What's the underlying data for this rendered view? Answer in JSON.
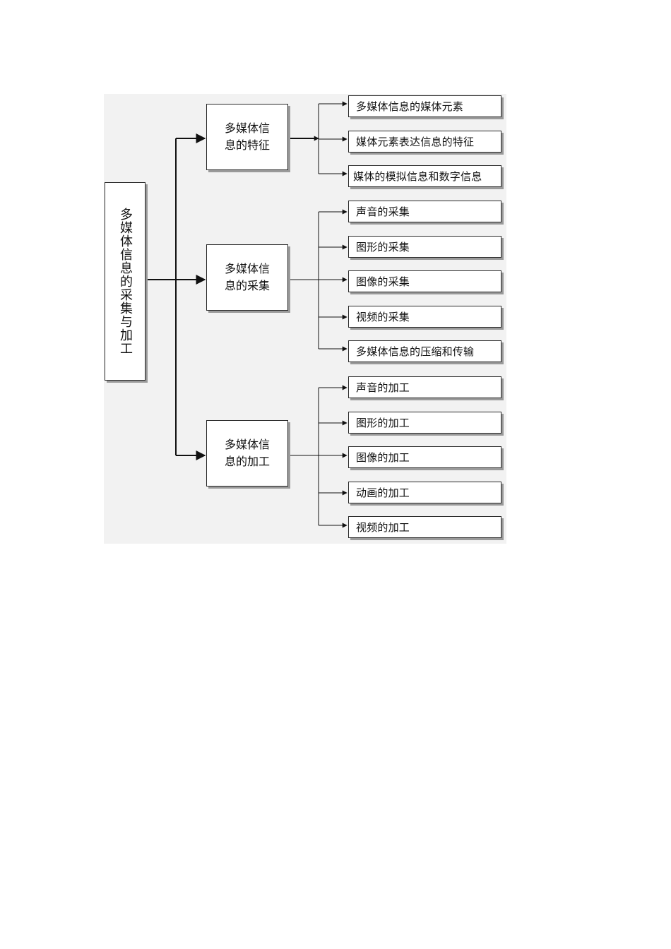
{
  "diagram": {
    "root": "多媒体信息的采集与加工",
    "branches": [
      {
        "label": "多媒体信息的特征",
        "children": [
          "多媒体信息的媒体元素",
          "媒体元素表达信息的特征",
          "媒体的模拟信息和数字信息"
        ]
      },
      {
        "label": "多媒体信息的采集",
        "children": [
          "声音的采集",
          "图形的采集",
          "图像的采集",
          "视频的采集",
          "多媒体信息的压缩和传输"
        ]
      },
      {
        "label": "多媒体信息的加工",
        "children": [
          "声音的加工",
          "图形的加工",
          "图像的加工",
          "动画的加工",
          "视频的加工"
        ]
      }
    ]
  }
}
